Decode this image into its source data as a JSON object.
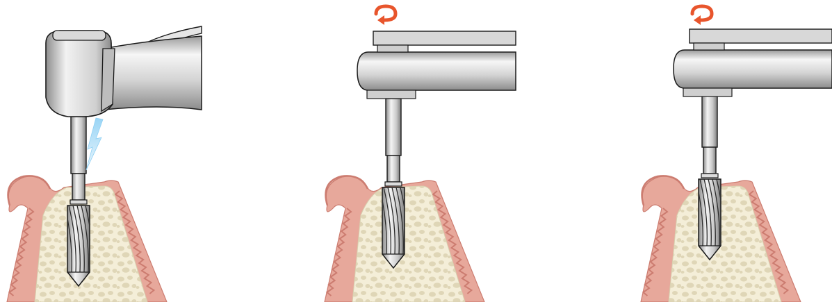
{
  "colors": {
    "gum": "#e7a89b",
    "gum_edge": "#cc7c70",
    "bone": "#f4eed8",
    "bone_edge": "#d7cfae",
    "trabecula": "#dcd3b5",
    "steel_light": "#f0f0f0",
    "steel_mid": "#bfbfbf",
    "steel_dark": "#7a7a7a",
    "outline": "#1a1a1a",
    "rotation_arrow": "#e8552c",
    "water_spray": "#8fd0f4"
  },
  "panels": [
    {
      "name": "panel-handpiece",
      "tool": "contra-angle-handpiece",
      "irrigation": true,
      "rotation_arrow": false
    },
    {
      "name": "panel-wrench-1",
      "tool": "ratchet-wrench",
      "irrigation": false,
      "rotation_arrow": true,
      "depth_step": 0
    },
    {
      "name": "panel-wrench-2",
      "tool": "ratchet-wrench",
      "irrigation": false,
      "rotation_arrow": true,
      "depth_step": 1
    }
  ],
  "icons": {
    "rotation": "rotation-arrow-icon",
    "drill": "cutting-bur-icon"
  }
}
